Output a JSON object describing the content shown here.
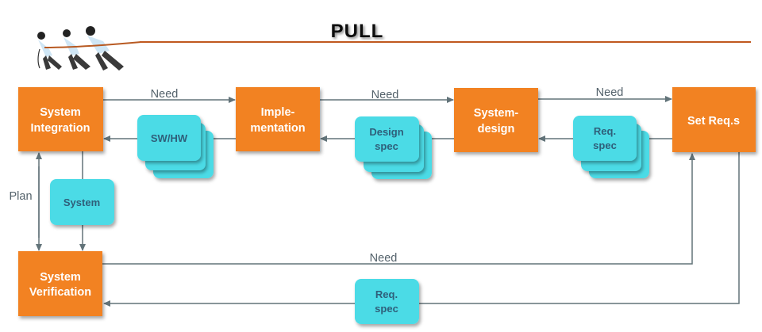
{
  "title": "PULL",
  "colors": {
    "process_box": "#f28220",
    "artifact_card": "#4cdbe6",
    "artifact_card_border": "#3cc6d2",
    "connector": "#627379",
    "rope": "#c0581e",
    "box_text": "#ffffff",
    "card_text": "#2f5f7a",
    "label_text": "#54626b"
  },
  "illustration": {
    "icon": "tug-of-war-people-icon",
    "description": "Three people pulling a rope"
  },
  "process_boxes": {
    "system_integration": {
      "lines": [
        "System",
        "Integration"
      ]
    },
    "implementation": {
      "lines": [
        "Imple-",
        "mentation"
      ]
    },
    "system_design": {
      "lines": [
        "System-",
        "design"
      ]
    },
    "set_reqs": {
      "lines": [
        "Set Req.s"
      ]
    },
    "system_verification": {
      "lines": [
        "System",
        "Verification"
      ]
    }
  },
  "artifacts": {
    "sw_hw": {
      "lines": [
        "SW/HW"
      ],
      "stacked": true
    },
    "design_spec": {
      "lines": [
        "Design",
        "spec"
      ],
      "stacked": true
    },
    "req_spec_top": {
      "lines": [
        "Req.",
        "spec"
      ],
      "stacked": true
    },
    "system": {
      "lines": [
        "System"
      ],
      "stacked": false
    },
    "req_spec_bottom": {
      "lines": [
        "Req.",
        "spec"
      ],
      "stacked": false
    }
  },
  "labels": {
    "need_1": "Need",
    "need_2": "Need",
    "need_3": "Need",
    "need_4": "Need",
    "plan": "Plan"
  }
}
